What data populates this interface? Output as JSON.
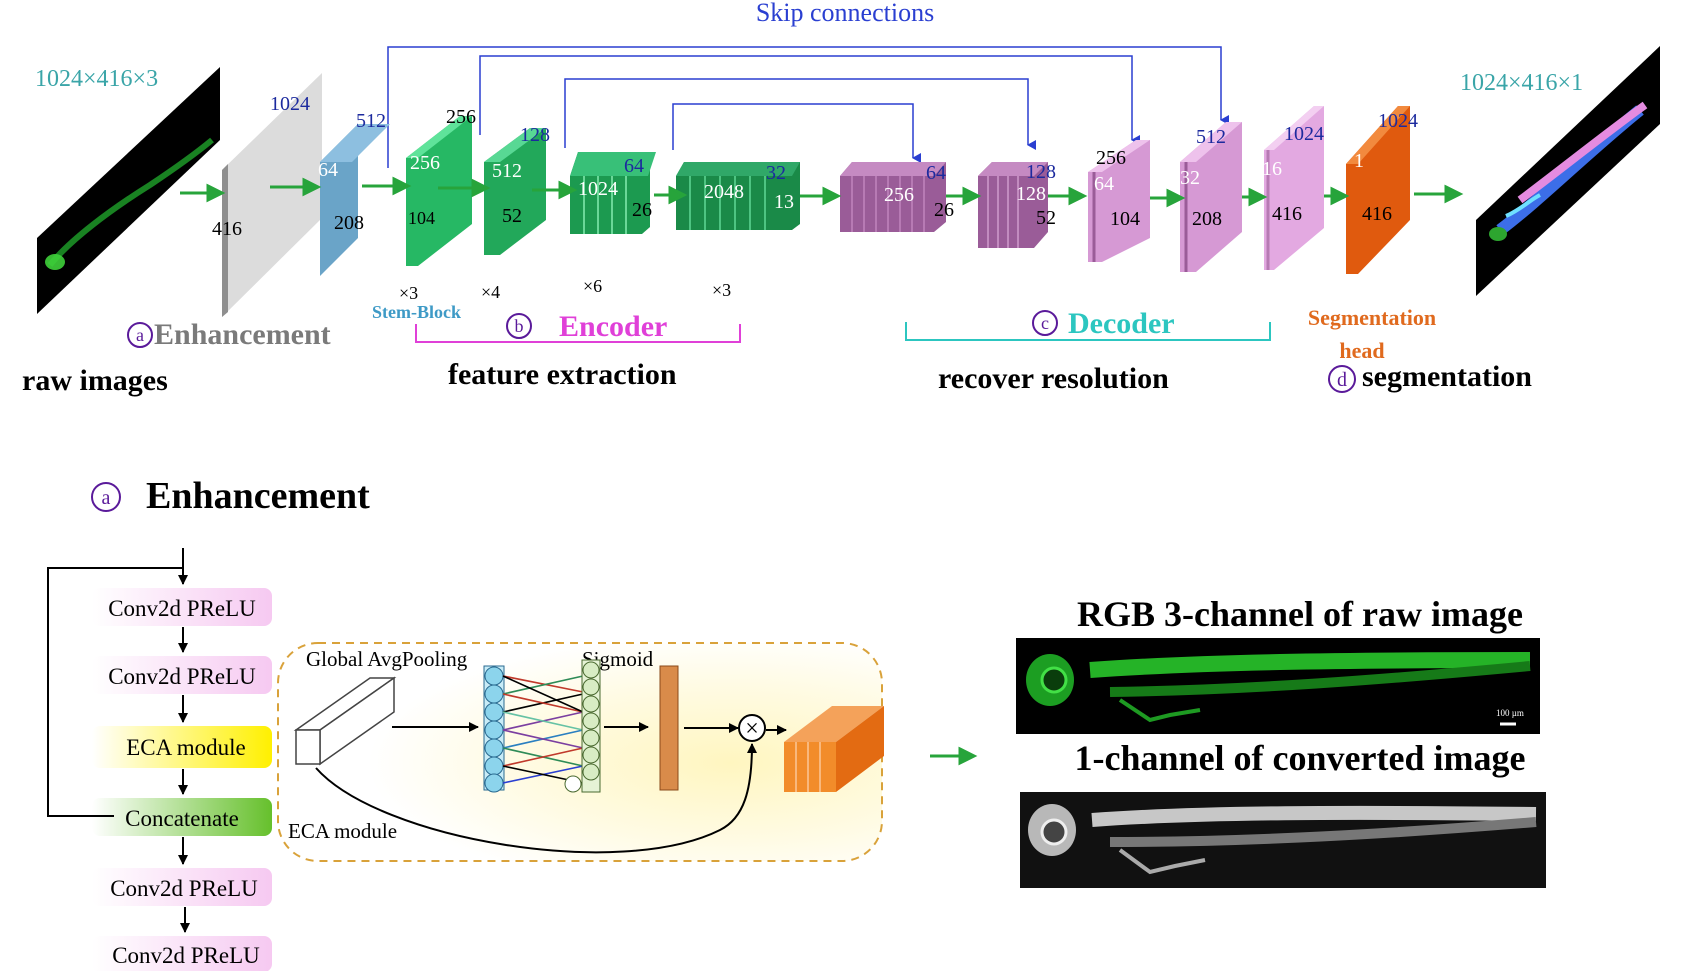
{
  "top": {
    "skip_title": "Skip connections",
    "input_dims": "1024×416×3",
    "output_dims": "1024×416×1",
    "labels": {
      "enhancement": "Enhancement",
      "stem_block": "Stem-Block",
      "encoder": "Encoder",
      "decoder": "Decoder",
      "seg_head_1": "Segmentation",
      "seg_head_2": "head",
      "raw_images": "raw images",
      "feature_extraction": "feature extraction",
      "recover_resolution": "recover resolution",
      "segmentation": "segmentation"
    },
    "badges": {
      "a": "a",
      "b": "b",
      "c": "c",
      "d": "d"
    },
    "multipliers": [
      "×3",
      "×4",
      "×6",
      "×3"
    ],
    "dims": {
      "gray": [
        "1024",
        "416"
      ],
      "blue": [
        "512",
        "64",
        "208"
      ],
      "g1": [
        "256",
        "256",
        "104"
      ],
      "g2": [
        "128",
        "512",
        "52"
      ],
      "g3": [
        "64",
        "1024",
        "26"
      ],
      "g4": [
        "32",
        "2048",
        "13"
      ],
      "p1": [
        "64",
        "256",
        "26"
      ],
      "p2": [
        "128",
        "128",
        "52"
      ],
      "p3": [
        "256",
        "64",
        "104"
      ],
      "p4": [
        "512",
        "32",
        "208"
      ],
      "p5": [
        "1024",
        "16",
        "416"
      ],
      "o1": [
        "1024",
        "1",
        "416"
      ]
    }
  },
  "bottom": {
    "title_badge": "a",
    "title": "Enhancement",
    "flow": [
      "Conv2d PReLU",
      "Conv2d PReLU",
      "ECA module",
      "Concatenate",
      "Conv2d PReLU",
      "Conv2d PReLU"
    ],
    "eca": {
      "global_avg": "Global AvgPooling",
      "sigmoid": "Sigmoid",
      "label": "ECA module",
      "times": "×"
    },
    "images": {
      "rgb_title": "RGB 3-channel of raw image",
      "gray_title": "1-channel of converted image",
      "scale": "100 µm"
    }
  },
  "colors": {
    "skip_blue": "#2a3fd1",
    "teal_text": "#3aa5a8",
    "arrow_green": "#27a43b",
    "encoder_pink": "#e040d8",
    "decoder_cyan": "#2cc6c0",
    "seg_orange": "#e06a1e",
    "badge_purple": "#5a1a9a"
  }
}
